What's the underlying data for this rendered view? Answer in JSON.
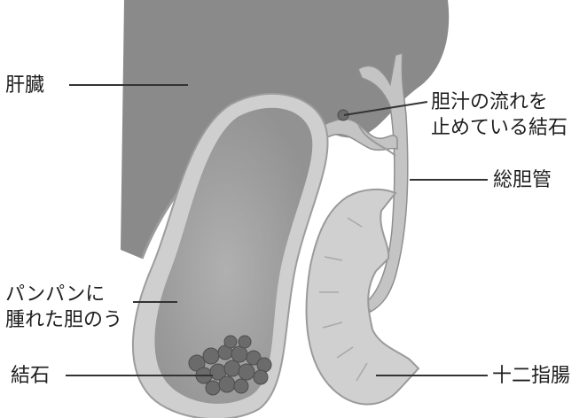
{
  "labels": {
    "liver": "肝臓",
    "blocking_stone": [
      "胆汁の流れを",
      "止めている結石"
    ],
    "common_bile_duct": "総胆管",
    "swollen_gallbladder": [
      "パンパンに",
      "腫れた胆のう"
    ],
    "gallstones": "結石",
    "duodenum": "十二指腸"
  },
  "colors": {
    "liver": "#8a8a8a",
    "gallbladder_wall": "#cfcfcf",
    "gallbladder_inner": "#a3a3a3",
    "duct": "#c4c4c4",
    "duodenum": "#d0d0d0",
    "stones": "#6b6b6b",
    "leader_lines": "#333333",
    "text": "#1e1e1e"
  }
}
